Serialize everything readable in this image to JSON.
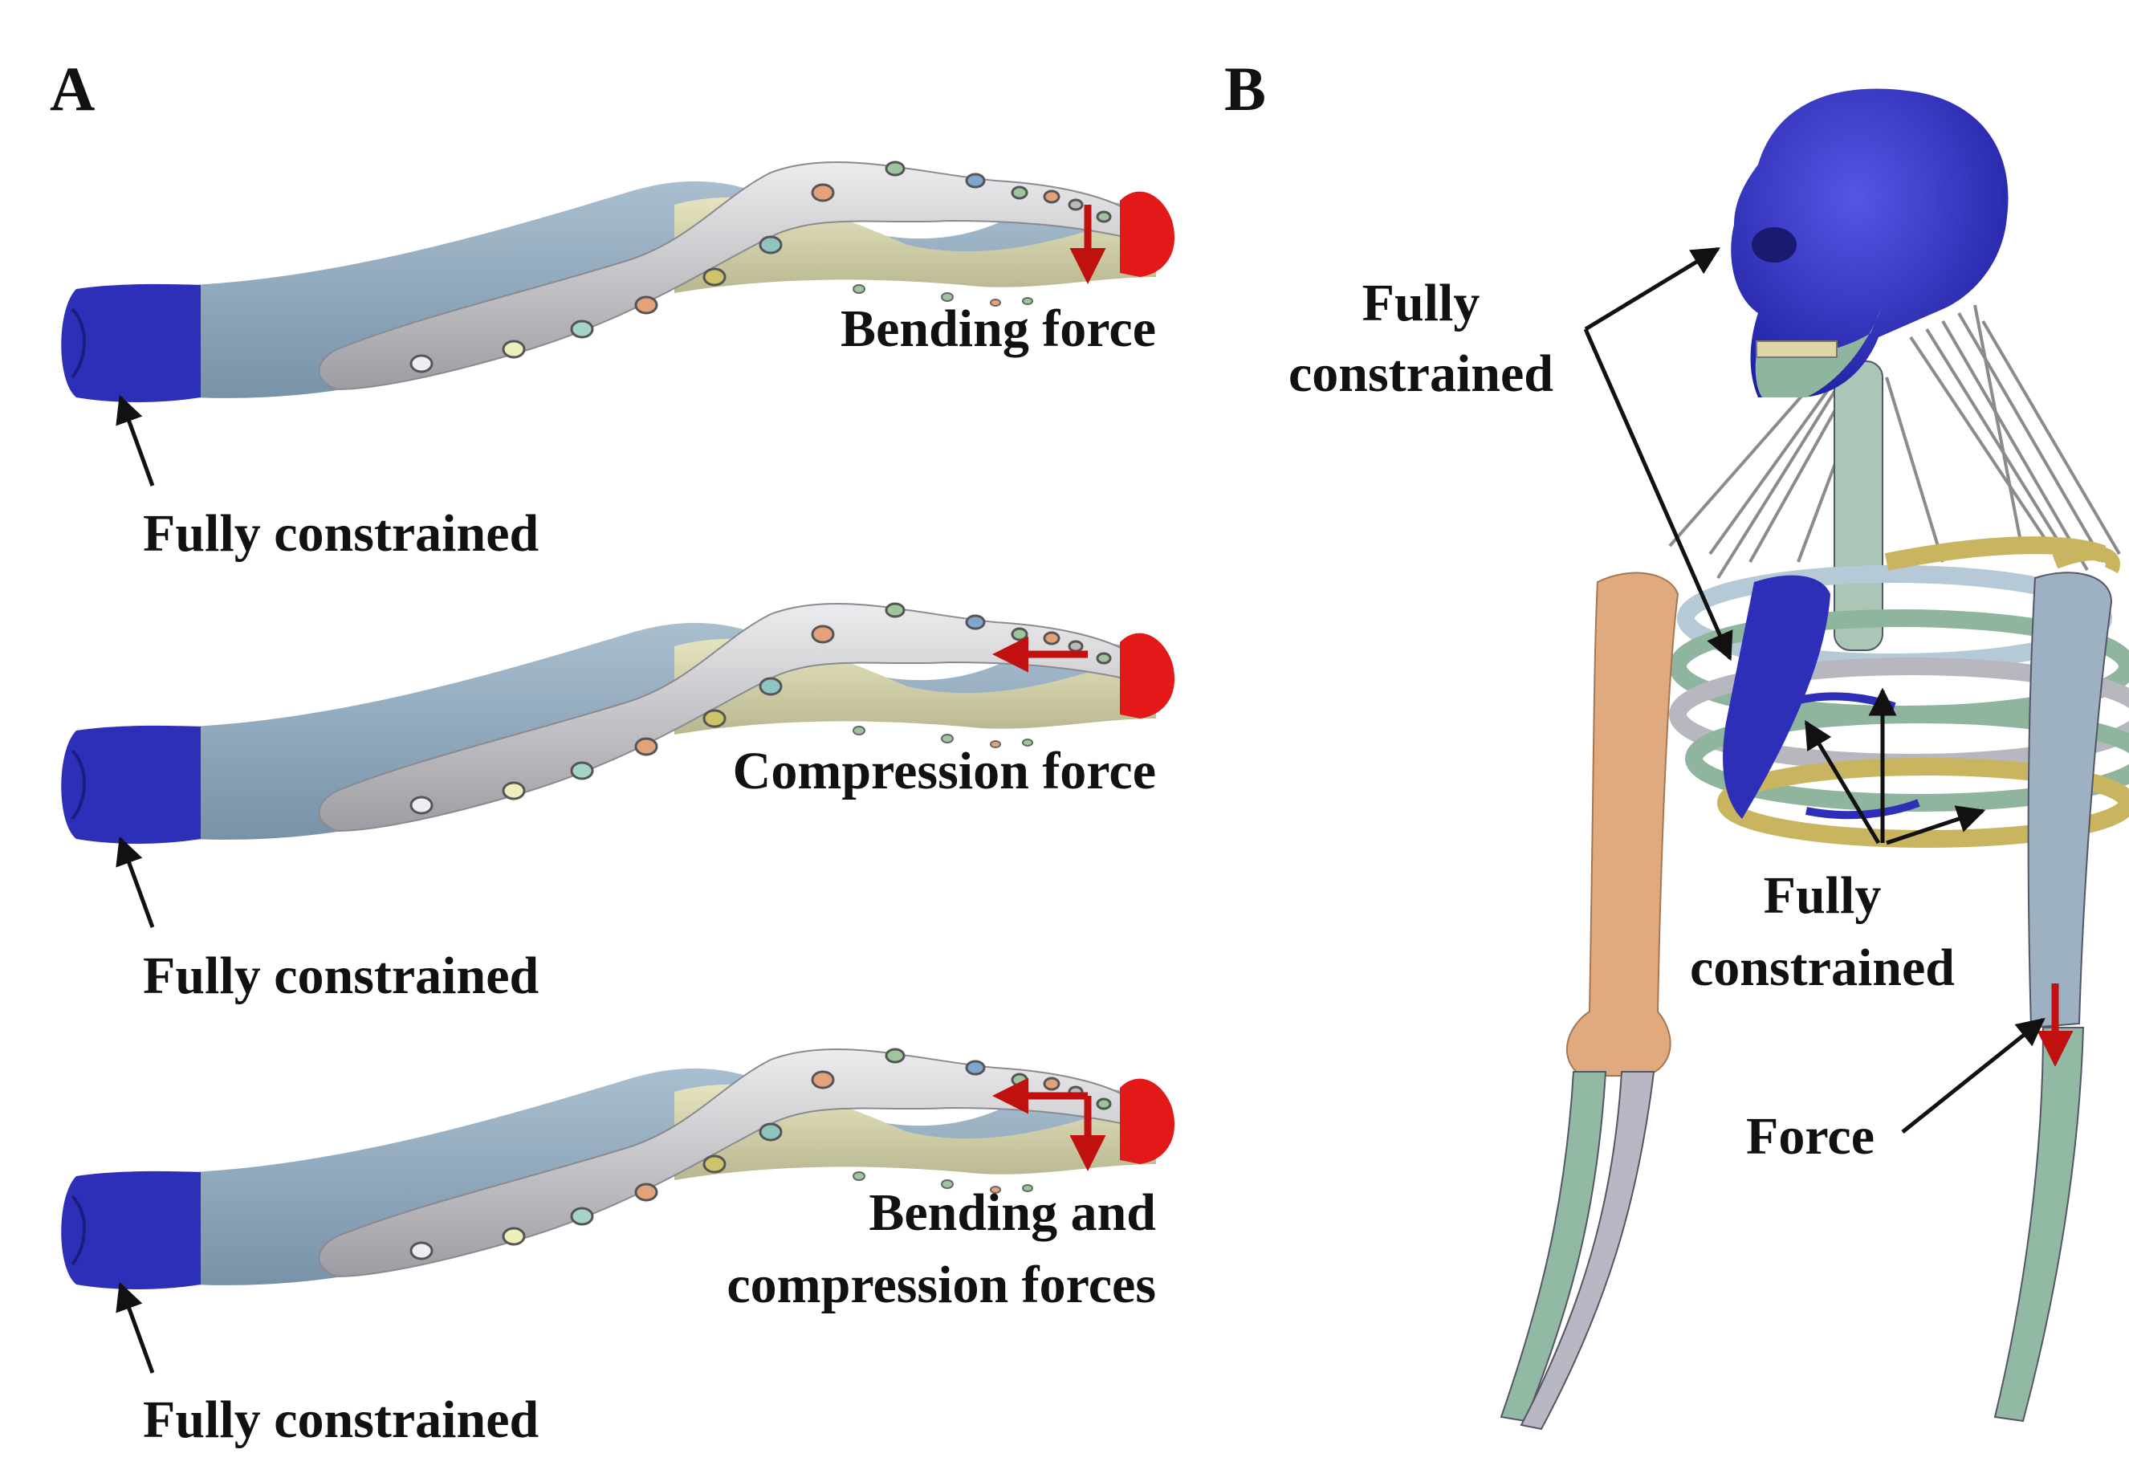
{
  "panel_a": {
    "letter": "A",
    "rows": [
      {
        "force_label": [
          "Bending force"
        ],
        "constraint_label": "Fully constrained"
      },
      {
        "force_label": [
          "Compression force"
        ],
        "constraint_label": "Fully constrained"
      },
      {
        "force_label": [
          "Bending and",
          "compression forces"
        ],
        "constraint_label": "Fully constrained"
      }
    ]
  },
  "panel_b": {
    "letter": "B",
    "label_head": [
      "Fully",
      "constrained"
    ],
    "label_ribs": [
      "Fully",
      "constrained"
    ],
    "label_force": "Force"
  },
  "colors": {
    "constrained": "#2d2fb8",
    "humerus_shaft": "#8fa9bd",
    "plate": "#c4c4c6",
    "bone_graft": "#d8d6ad",
    "force_region": "#e31818",
    "force_arrow": "#c01010",
    "skull": "#2f2fc4",
    "arm_humerus": "#e0aa7e",
    "forearm_green": "#92b9a3",
    "forearm_grey": "#b8b8c4",
    "right_humerus": "#9db1c2"
  }
}
